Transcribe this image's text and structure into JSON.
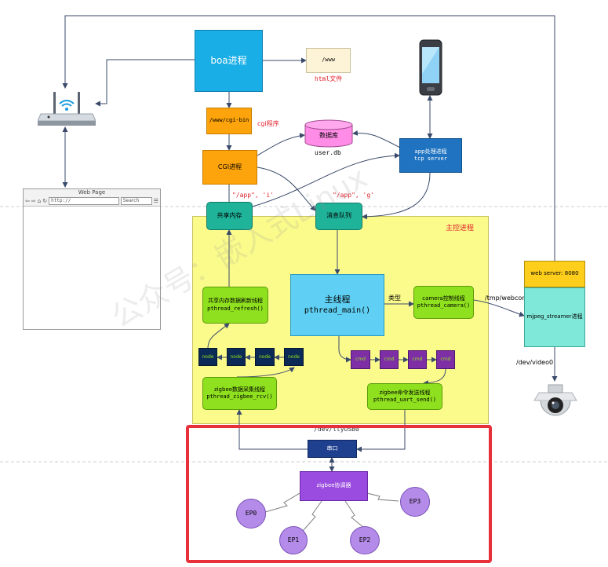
{
  "boa": "boa进程",
  "www": "/www",
  "html_files": "html文件",
  "cgi_bin": "/www/cgi-bin",
  "cgi_program": "cgi程序",
  "database": "数据库",
  "user_db": "user.db",
  "cgi_process": "CGI进程",
  "app_process": {
    "line1": "app处理进程",
    "line2": "tcp server"
  },
  "shm_key": "\"/app\", 'i'",
  "mq_key": "\"/app\", 'g'",
  "shared_mem": "共享内存",
  "msg_queue": "消息队列",
  "main_control": "主控进程",
  "main_thread": {
    "line1": "主线程",
    "line2": "pthread_main()"
  },
  "shm_refresh": {
    "line1": "共享内存数据刷新线程",
    "line2": "pthread_refresh()"
  },
  "type_label": "类型",
  "camera_thread": {
    "line1": "camera控制线程",
    "line2": "pthread_camera()"
  },
  "webcom": "/tmp/webcom",
  "web_server": "web server: 8080",
  "mjpeg": "mjpeg_streamer进程",
  "video0": "/dev/video0",
  "node": "node",
  "cmd": "cmd",
  "zigbee_recv": {
    "line1": "zigbee数据采集线程",
    "line2": "pthread_zigbee_rcv()"
  },
  "zigbee_send": {
    "line1": "zigbee命令发送线程",
    "line2": "pthread_uart_send()"
  },
  "tty": "/dev/ttyUSB0",
  "serial": "串口",
  "coordinator": "zigbee协调器",
  "ep0": "EP0",
  "ep1": "EP1",
  "ep2": "EP2",
  "ep3": "EP3",
  "webpage": {
    "title": "Web Page",
    "url": "http://",
    "search": "Search"
  },
  "watermark": "公众号：嵌入式Linux",
  "colors": {
    "blue": "#19aee6",
    "orange": "#fda30b",
    "teal": "#1fb39a",
    "yellow": "#fbfb8c",
    "green": "#8fe01e",
    "navy": "#0b2a55",
    "purple": "#7e2fa6",
    "violet": "#9a4ce0",
    "ep": "#b48be8",
    "highlight": "#e8303a",
    "appblue": "#1f73c0"
  }
}
